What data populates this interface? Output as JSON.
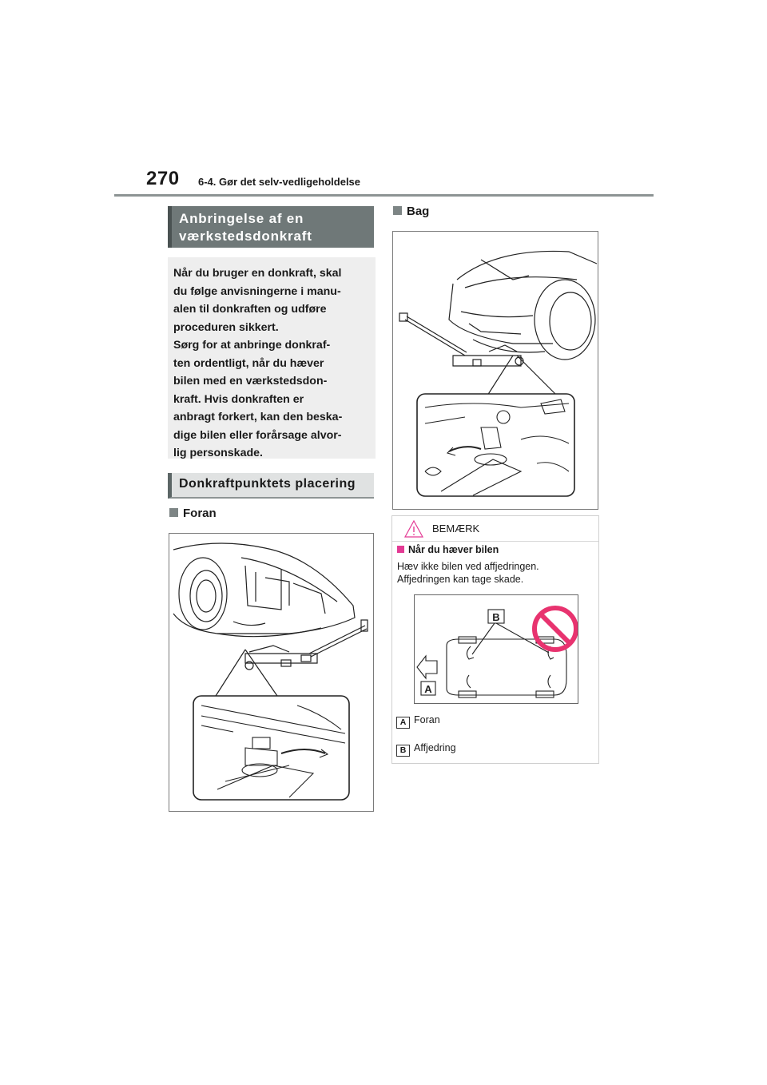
{
  "header": {
    "page_number": "270",
    "chapter": "6-4. Gør det selv-vedligeholdelse"
  },
  "section_title": "Anbringelse af en\nværkstedsdonkraft",
  "warning_text": "Når du bruger en donkraft, skal\ndu følge anvisningerne i manu-\nalen til donkraften og udføre\nproceduren sikkert.\nSørg for at anbringe donkraf-\nten ordentligt, når du hæver\nbilen med en værkstedsdon-\nkraft. Hvis donkraften er\nanbragt forkert, kan den beska-\ndige bilen eller forårsage alvor-\nlig personskade.",
  "subsection_title": "Donkraftpunktets placering",
  "front_label": "Foran",
  "rear_label": "Bag",
  "note": {
    "title": "BEMÆRK",
    "subtitle": "Når du hæver bilen",
    "text": "Hæv ikke bilen ved affjedringen.\nAffjedringen kan tage skade.",
    "legend": [
      {
        "key": "A",
        "label": "Foran"
      },
      {
        "key": "B",
        "label": "Affjedring"
      }
    ]
  },
  "colors": {
    "header_dark": "#6f7878",
    "box_gray": "#eeeeee",
    "prohibit_red": "#e8336f",
    "note_accent": "#e33a94"
  }
}
